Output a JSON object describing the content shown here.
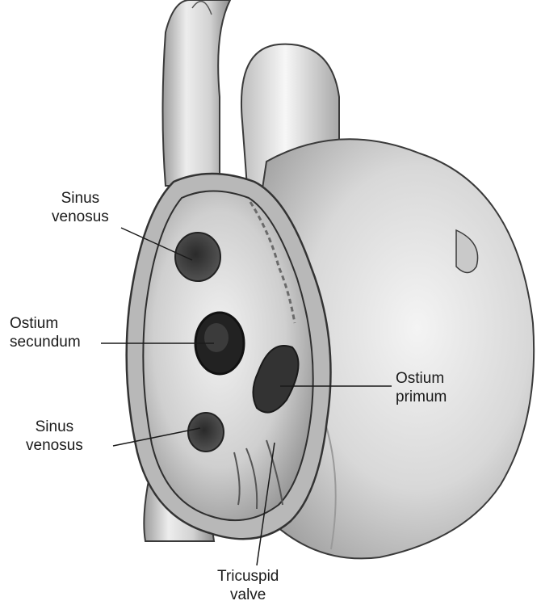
{
  "labels": {
    "sinus_venosus_upper": {
      "line1": "Sinus",
      "line2": "venosus"
    },
    "ostium_secundum": {
      "line1": "Ostium",
      "line2": "secundum"
    },
    "sinus_venosus_lower": {
      "line1": "Sinus",
      "line2": "venosus"
    },
    "ostium_primum": {
      "line1": "Ostium",
      "line2": "primum"
    },
    "tricuspid_valve": {
      "line1": "Tricuspid",
      "line2": "valve"
    }
  }
}
